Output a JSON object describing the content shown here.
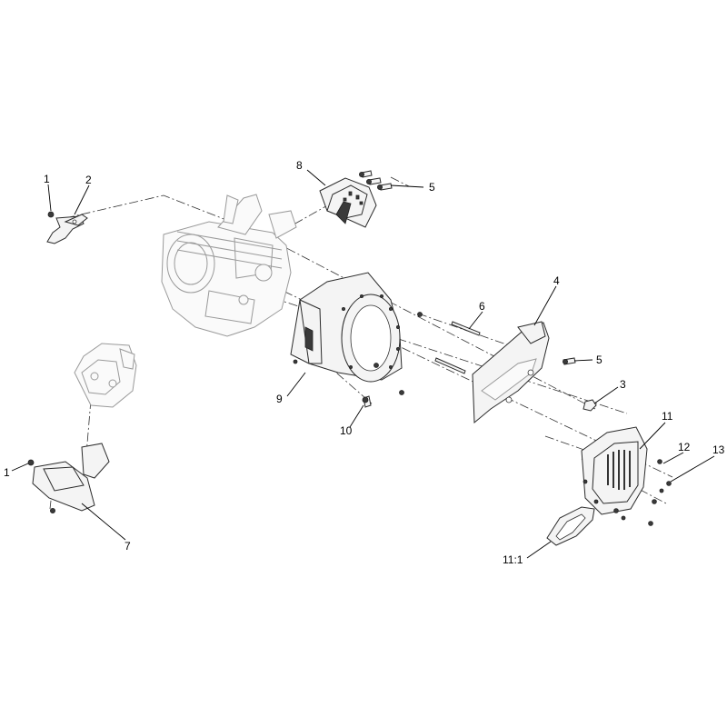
{
  "diagram": {
    "labels": {
      "l1a": "1",
      "l2": "2",
      "l8": "8",
      "l5a": "5",
      "l6": "6",
      "l4": "4",
      "l5b": "5",
      "l3": "3",
      "l9": "9",
      "l10": "10",
      "l1b": "1",
      "l7": "7",
      "l11": "11",
      "l12": "12",
      "l13": "13",
      "l11_1": "11:1"
    }
  }
}
